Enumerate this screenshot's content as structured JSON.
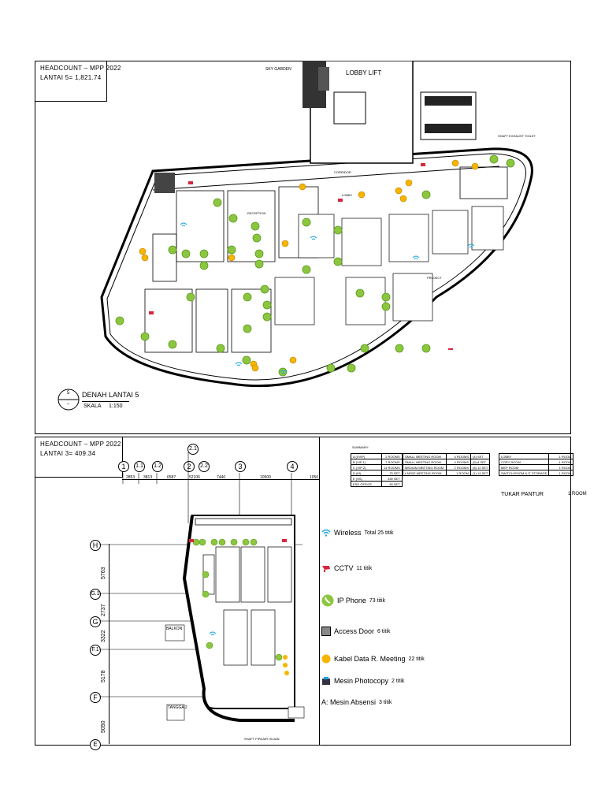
{
  "colors": {
    "wall": "#000000",
    "desk_green": "#8cc63f",
    "desk_green_dark": "#5a9a1f",
    "meeting_orange": "#f7b500",
    "cctv_red": "#d7263d",
    "wifi_blue": "#1aa3e0",
    "access_gray": "#888888"
  },
  "top_plan": {
    "title_line1": "HEADCOUNT – MPP 2022",
    "title_line2": "LANTAI 5= 1,821.74",
    "labels": {
      "sky_garden": "SKY GARDEN",
      "lobby_lift": "LOBBY LIFT",
      "corridor": "CORRIDOR",
      "shaft": "SHAFT EXHAUST TOILET",
      "lobby": "LOBBY",
      "reception": "RECEPTION",
      "project": "PROJECT"
    },
    "plan_title": "DENAH LANTAI 5",
    "scale_label": "SKALA",
    "scale_value": "1:150",
    "marker_top": "5",
    "marker_bottom": "–"
  },
  "bottom_plan": {
    "title_line1": "HEADCOUNT – MPP 2022",
    "title_line2": "LANTAI 3= 409.34",
    "grid_top": [
      "1",
      "1.1",
      "1.2",
      "2.1",
      "2",
      "2.2",
      "3",
      "4"
    ],
    "dims_top": [
      "2853",
      "3813",
      "6587",
      "52106",
      "7440",
      "10500",
      "1050"
    ],
    "grid_left": [
      "H",
      "G.1",
      "G",
      "F.1",
      "F",
      "E"
    ],
    "dims_left": [
      "5763",
      "2737",
      "3322",
      "5178",
      "5050"
    ],
    "labels": {
      "balkon": "BALKON",
      "tangga": "TANGGA 2",
      "shaft": "SHAFT FIPA AIR HUJAN"
    }
  },
  "summary": {
    "title": "SUMMARY:",
    "table1": [
      [
        "A (VVIP)",
        "2 ROOMS"
      ],
      [
        "B (VIP 1)",
        "7 ROOMS"
      ],
      [
        "C (VIP 2)",
        "14 ROOMS"
      ],
      [
        "D (M)",
        "75 SET"
      ],
      [
        "E (SS)",
        "330 SET"
      ],
      [
        "ESD OFFICE",
        "45 SET"
      ]
    ],
    "table2": [
      [
        "SMALL MEETING ROOM",
        "4 ROOMS",
        "(4) SET"
      ],
      [
        "SMALL MEETING ROOM",
        "4 ROOMS",
        "(6) 8 SET"
      ],
      [
        "MEDIUM MEETING ROOM",
        "2 ROOMS",
        "(8) 12 SET"
      ],
      [
        "LARGE MEETING ROOM",
        "1 ROOM",
        "(1) 14 SET"
      ]
    ],
    "table3": [
      [
        "LOBBY",
        "1 ROOM"
      ],
      [
        "COPY ROOM",
        "1 ROOM"
      ],
      [
        "MEP ROOM",
        "1 ROOM"
      ],
      [
        "SWITCH ROOM & IT STORAGE",
        "1 ROOM"
      ]
    ],
    "pantry": "TUKAR PANTUR",
    "pantry_value": "1 ROOM"
  },
  "legend": [
    {
      "icon": "wifi-icon",
      "label": "Wireless",
      "count": "Total 25 titik"
    },
    {
      "icon": "cctv-icon",
      "label": "CCTV",
      "count": "11 titik"
    },
    {
      "icon": "phone-icon",
      "label": "IP Phone",
      "count": "73 titik"
    },
    {
      "icon": "door-icon",
      "label": "Access Door",
      "count": "6 titik"
    },
    {
      "icon": "dot-icon",
      "label": "Kabel Data R. Meeting",
      "count": "22 titik"
    },
    {
      "icon": "copier-icon",
      "label": "Mesin Photocopy",
      "count": "2 titik"
    },
    {
      "icon": "text-a",
      "label": "A: Mesin Absensi",
      "count": "3 titik"
    }
  ]
}
